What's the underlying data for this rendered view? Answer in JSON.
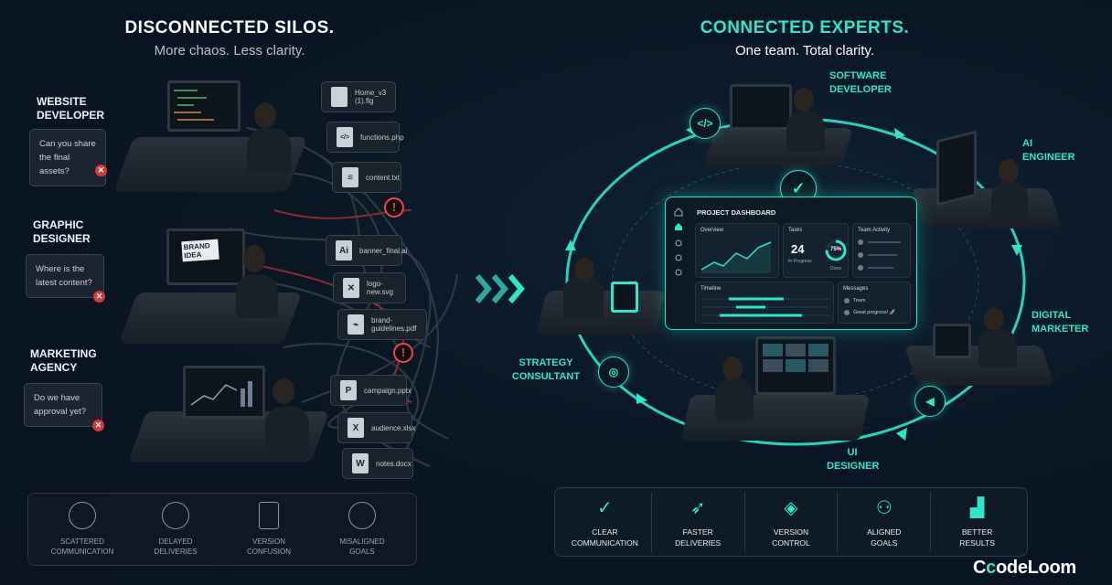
{
  "left": {
    "title": "DISCONNECTED  SILOS.",
    "subtitle": "More chaos. Less clarity.",
    "roles": [
      {
        "name_line1": "WEBSITE",
        "name_line2": "DEVELOPER",
        "bubble_line1": "Can you share",
        "bubble_line2": "the final assets?"
      },
      {
        "name_line1": "GRAPHIC",
        "name_line2": "DESIGNER",
        "bubble_line1": "Where is the",
        "bubble_line2": "latest content?"
      },
      {
        "name_line1": "MARKETING",
        "name_line2": "AGENCY",
        "bubble_line1": "Do we have",
        "bubble_line2": "approval yet?"
      }
    ],
    "files": [
      {
        "name_line1": "Home_v3",
        "name_line2": "(1).fig",
        "icon": "folder-icon",
        "glyph": ""
      },
      {
        "name_line1": "functions.php",
        "name_line2": "",
        "icon": "code-icon",
        "glyph": "</>"
      },
      {
        "name_line1": "content.txt",
        "name_line2": "",
        "icon": "document-icon",
        "glyph": "≡"
      },
      {
        "name_line1": "banner_final.ai",
        "name_line2": "",
        "icon": "ai-file-icon",
        "glyph": "Ai"
      },
      {
        "name_line1": "logo-new.svg",
        "name_line2": "",
        "icon": "svg-file-icon",
        "glyph": "✕"
      },
      {
        "name_line1": "brand-guidelines.pdf",
        "name_line2": "",
        "icon": "pdf-file-icon",
        "glyph": "⌁"
      },
      {
        "name_line1": "campaign.pptx",
        "name_line2": "",
        "icon": "pptx-file-icon",
        "glyph": "P"
      },
      {
        "name_line1": "audience.xlsx",
        "name_line2": "",
        "icon": "xlsx-file-icon",
        "glyph": "X"
      },
      {
        "name_line1": "notes.docx",
        "name_line2": "",
        "icon": "docx-file-icon",
        "glyph": "W"
      }
    ],
    "brand_screen_line1": "BRAND",
    "brand_screen_line2": "IDEA",
    "problems": [
      {
        "line1": "SCATTERED",
        "line2": "COMMUNICATION",
        "icon": "tangled-lines-icon"
      },
      {
        "line1": "DELAYED",
        "line2": "DELIVERIES",
        "icon": "clock-icon"
      },
      {
        "line1": "VERSION",
        "line2": "CONFUSION",
        "icon": "document-question-icon"
      },
      {
        "line1": "MISALIGNED",
        "line2": "GOALS",
        "icon": "sad-face-icon"
      }
    ]
  },
  "right": {
    "title": "CONNECTED EXPERTS.",
    "subtitle": "One team. Total clarity.",
    "roles": {
      "software": [
        "SOFTWARE",
        "DEVELOPER"
      ],
      "ai": [
        "AI",
        "ENGINEER"
      ],
      "marketer": [
        "DIGITAL",
        "MARKETER"
      ],
      "ui": [
        "UI",
        "DESIGNER"
      ],
      "strategy": [
        "STRATEGY",
        "CONSULTANT"
      ]
    },
    "dashboard": {
      "title": "PROJECT DASHBOARD",
      "overview": "Overview",
      "tasks": "Tasks",
      "tasks_count": "24",
      "tasks_status": "In Progress",
      "progress_percent": "75%",
      "progress_status": "Done",
      "team_activity": "Team Activity",
      "timeline": "Timeline",
      "messages": "Messages",
      "message_1": "Team",
      "message_2": "Great progress! 🚀"
    },
    "benefits": [
      {
        "line1": "CLEAR",
        "line2": "COMMUNICATION",
        "icon": "check-circle-icon",
        "glyph": "✓"
      },
      {
        "line1": "FASTER",
        "line2": "DELIVERIES",
        "icon": "rocket-icon",
        "glyph": "➶"
      },
      {
        "line1": "VERSION",
        "line2": "CONTROL",
        "icon": "layers-icon",
        "glyph": "◈"
      },
      {
        "line1": "ALIGNED",
        "line2": "GOALS",
        "icon": "people-icon",
        "glyph": "⚇"
      },
      {
        "line1": "BETTER",
        "line2": "RESULTS",
        "icon": "bar-chart-up-icon",
        "glyph": "▟"
      }
    ]
  },
  "logo": {
    "part1": "C",
    "part2": "c",
    "part3": "odeLoom"
  },
  "colors": {
    "accent": "#2ee6c8",
    "alert": "#d4393b",
    "background": "#0a1624"
  }
}
